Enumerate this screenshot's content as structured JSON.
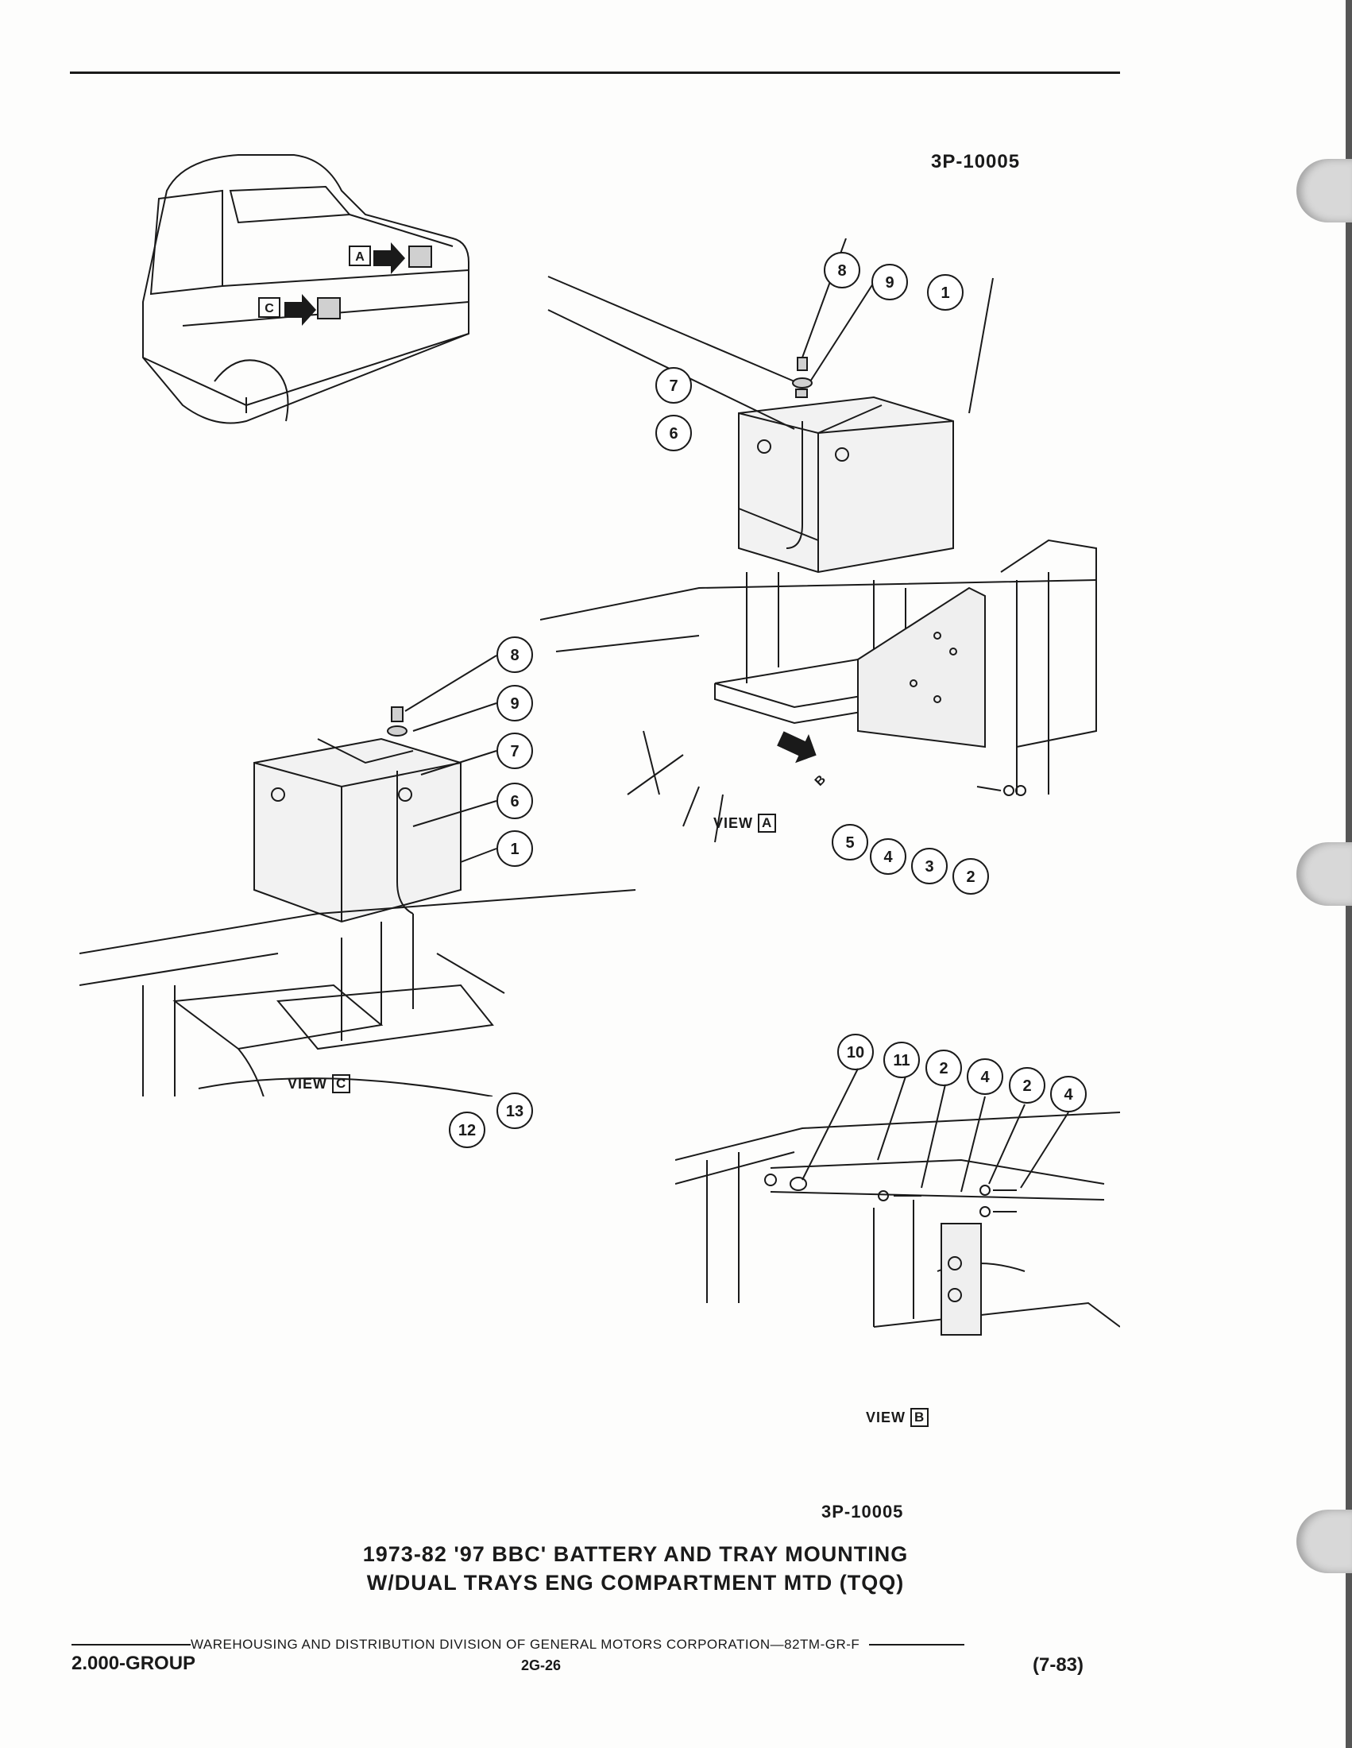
{
  "figure_code_top": "3P-10005",
  "figure_code_bottom": "3P-10005",
  "views": {
    "a": {
      "label": "VIEW",
      "letter": "A"
    },
    "b": {
      "label": "VIEW",
      "letter": "B"
    },
    "c": {
      "label": "VIEW",
      "letter": "C"
    }
  },
  "truck_markers": {
    "a": "A",
    "c": "C",
    "b": "B"
  },
  "callouts": {
    "view_a": [
      "8",
      "9",
      "1",
      "7",
      "6",
      "5",
      "4",
      "3",
      "2"
    ],
    "view_c": [
      "8",
      "9",
      "7",
      "6",
      "1",
      "13",
      "12"
    ],
    "view_b": [
      "10",
      "11",
      "2",
      "4",
      "2",
      "4"
    ]
  },
  "title": {
    "line1": "1973-82 '97 BBC' BATTERY AND TRAY MOUNTING",
    "line2": "W/DUAL TRAYS ENG COMPARTMENT MTD (TQQ)"
  },
  "footer": {
    "publisher": "WAREHOUSING AND DISTRIBUTION  DIVISION OF GENERAL MOTORS CORPORATION—82TM-GR-F",
    "group": "2.000-GROUP",
    "page": "2G-26",
    "date": "(7-83)"
  },
  "colors": {
    "ink": "#1a1a1a",
    "paper": "#fdfdfc"
  }
}
